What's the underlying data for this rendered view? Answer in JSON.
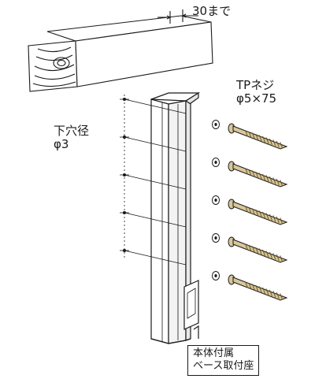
{
  "labels": {
    "dimension": "30まで",
    "pilot_hole": {
      "line1": "下穴径",
      "line2": "φ3"
    },
    "screw": {
      "line1": "TPネジ",
      "line2": "φ5×75"
    },
    "base": {
      "line1": "本体付属",
      "line2": "ベース取付座"
    }
  },
  "colors": {
    "line": "#1a1a1a",
    "wood_fill": "#ffffff",
    "post_fill": "#f3f3f3",
    "screw_fill": "#d8c79a",
    "screw_thread": "#6e5a2a"
  },
  "screw_count": 5,
  "icons": [
    "wood-beam-icon",
    "post-icon",
    "screw-icon",
    "washer-icon"
  ]
}
